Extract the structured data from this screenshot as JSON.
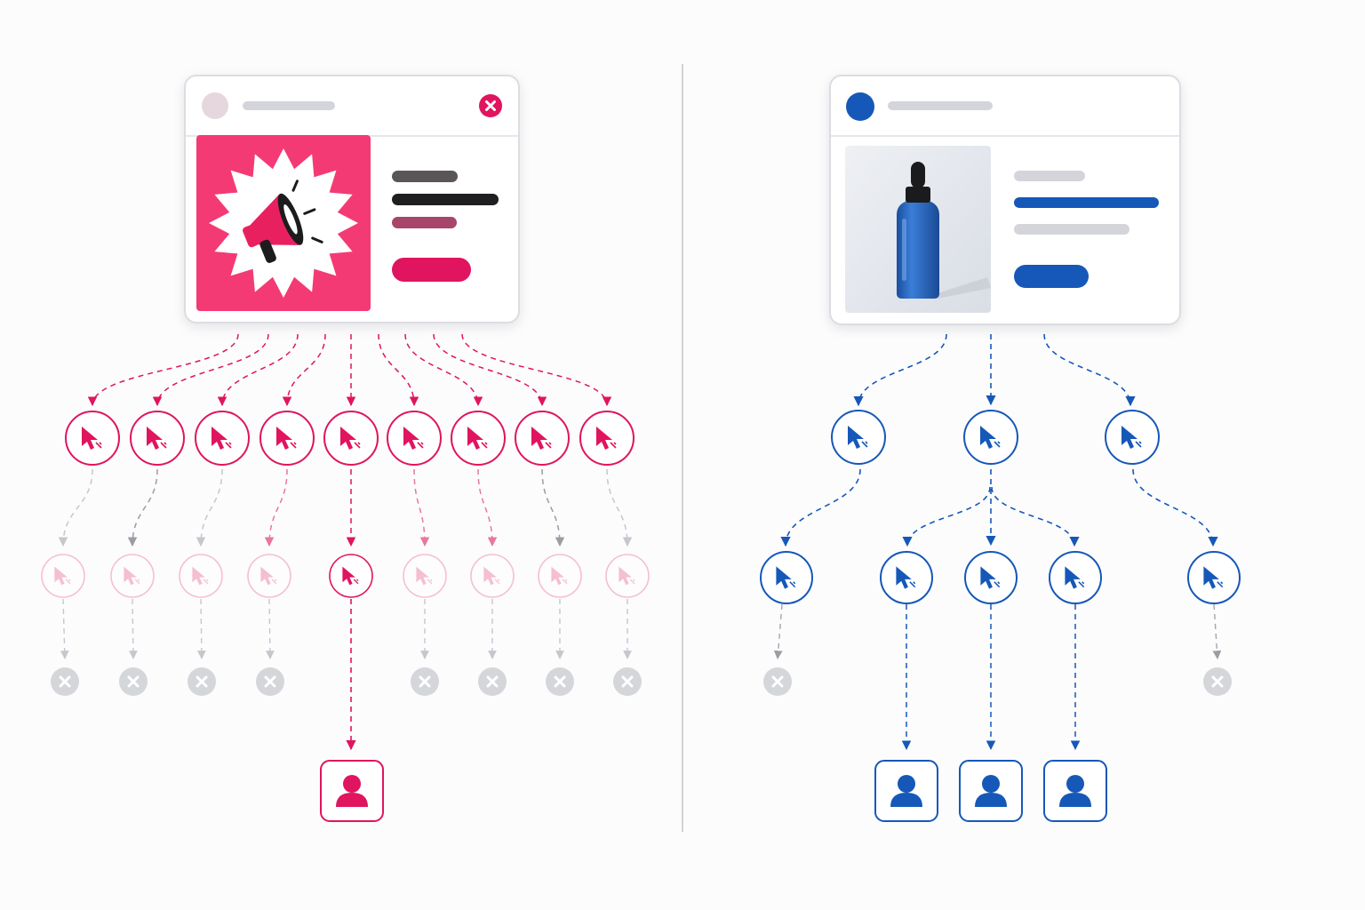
{
  "colors": {
    "pink": "#e0145f",
    "pink_media": "#f43a74",
    "blue": "#1558b8",
    "gray": "#b9bac0",
    "gray_fill": "#d5d6da",
    "text_dark": "#1f1f22"
  },
  "icons": {
    "ad_graphic": "megaphone-icon",
    "product_photo": "dropper-bottle-icon",
    "click_node": "cursor-arrow-icon",
    "dropped_node": "close-x-icon",
    "converted_node": "user-icon"
  },
  "left_panel": {
    "card_media": "megaphone",
    "clicks": 9,
    "second_level_clicks": 9,
    "dropped": 8,
    "converted": 1
  },
  "right_panel": {
    "card_media": "dropper-bottle",
    "clicks": 3,
    "second_level_clicks": 5,
    "dropped": 2,
    "converted": 3
  }
}
